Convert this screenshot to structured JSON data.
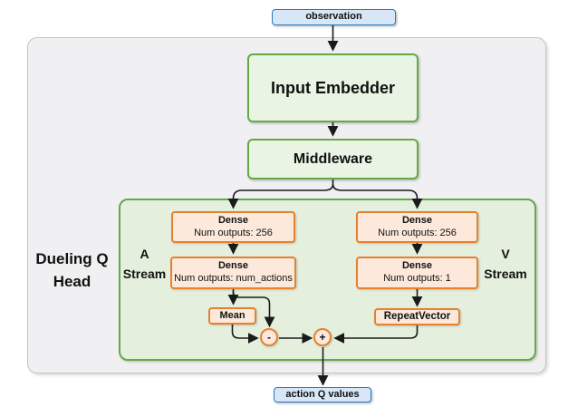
{
  "io": {
    "input_label": "observation",
    "output_label": "action Q values"
  },
  "pipeline": {
    "input_embedder_label": "Input Embedder",
    "middleware_label": "Middleware"
  },
  "dueling_head": {
    "label_lines": [
      "Dueling Q",
      "Head"
    ],
    "a_stream": {
      "label_lines": [
        "A",
        "Stream"
      ],
      "dense1": {
        "title": "Dense",
        "subtitle": "Num outputs: 256"
      },
      "dense2": {
        "title": "Dense",
        "subtitle": "Num outputs: num_actions"
      },
      "mean_label": "Mean"
    },
    "v_stream": {
      "label_lines": [
        "V",
        "Stream"
      ],
      "dense1": {
        "title": "Dense",
        "subtitle": "Num outputs: 256"
      },
      "dense2": {
        "title": "Dense",
        "subtitle": "Num outputs: 1"
      },
      "repeat_vector_label": "RepeatVector"
    },
    "operators": {
      "subtract": "-",
      "add": "+"
    }
  },
  "colors": {
    "io_box_fill": "#d7e7f7",
    "io_box_border": "#2478c6",
    "stage_box_fill": "#eaf4e4",
    "stage_box_border": "#63a944",
    "head_container_fill": "#e4f0dd",
    "layer_box_fill": "#fce9dc",
    "layer_box_border": "#e8802e",
    "outer_container_fill": "#f0f0f2",
    "outer_container_border": "#c3c5c7",
    "arrow": "#1a1a1a"
  }
}
